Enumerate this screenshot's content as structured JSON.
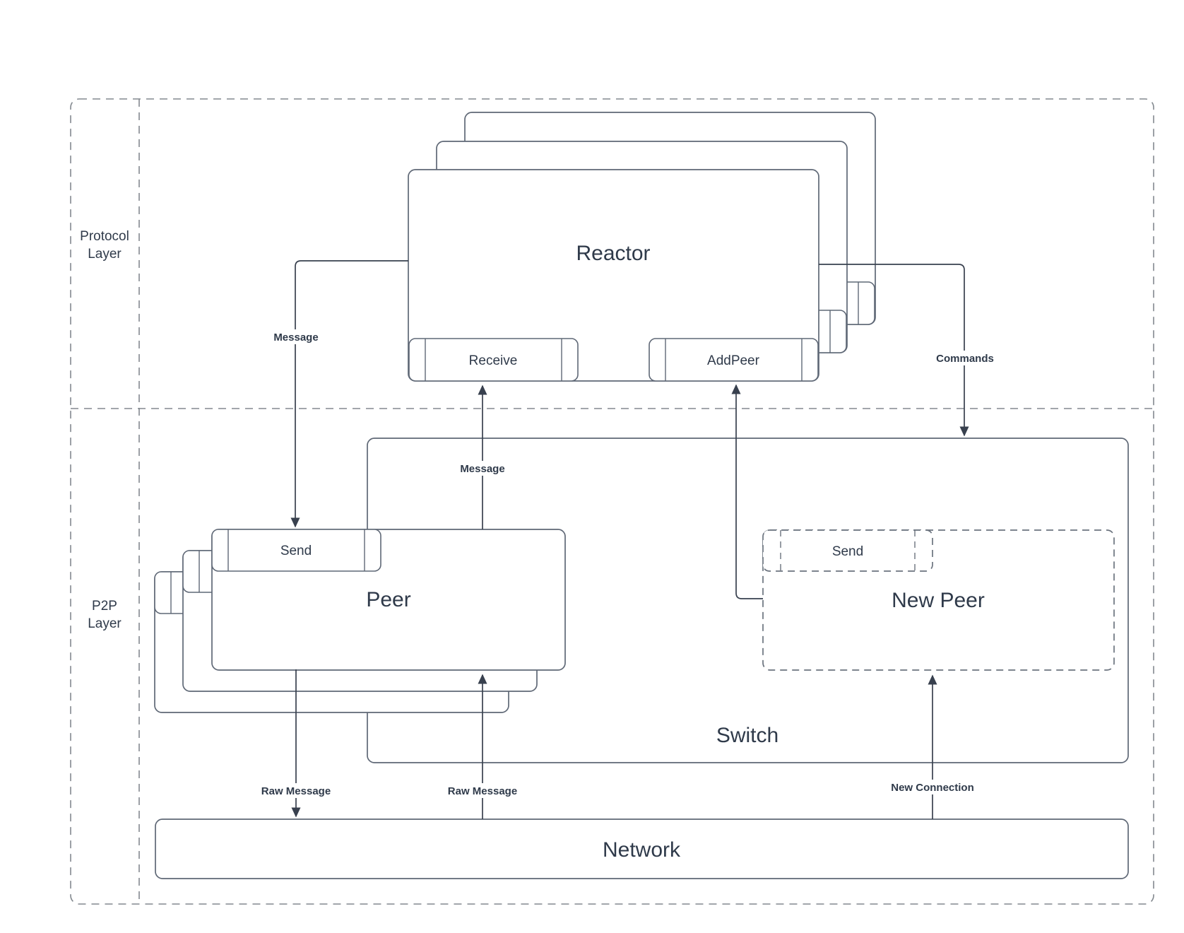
{
  "diagram": {
    "layers": {
      "protocol": {
        "line1": "Protocol",
        "line2": "Layer"
      },
      "p2p": {
        "line1": "P2P",
        "line2": "Layer"
      }
    },
    "nodes": {
      "reactor": {
        "title": "Reactor",
        "ports": {
          "receive": "Receive",
          "add_peer": "AddPeer"
        }
      },
      "peer": {
        "title": "Peer",
        "ports": {
          "send": "Send"
        }
      },
      "new_peer": {
        "title": "New Peer",
        "ports": {
          "send": "Send"
        }
      },
      "switch": {
        "title": "Switch"
      },
      "network": {
        "title": "Network"
      }
    },
    "connections": {
      "message_to_peer": "Message",
      "message_to_reactor": "Message",
      "commands": "Commands",
      "raw_message_out": "Raw Message",
      "raw_message_in": "Raw Message",
      "new_connection": "New Connection"
    },
    "colors": {
      "box_stroke": "#5f6876",
      "dashed_stroke": "#83898f",
      "connector": "#38404e",
      "text": "#2f3a4a",
      "background": "#ffffff"
    }
  }
}
